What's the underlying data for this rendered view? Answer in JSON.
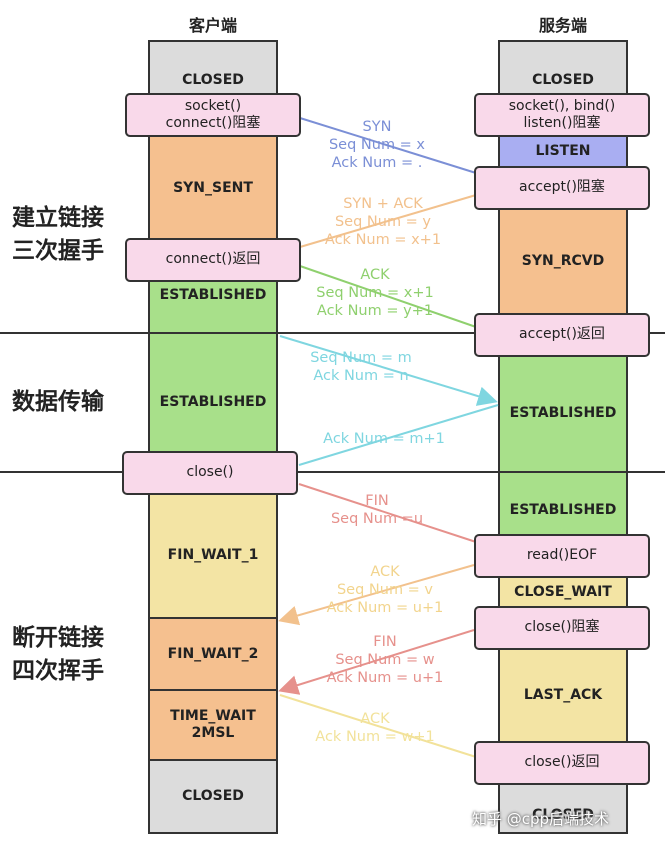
{
  "columns": {
    "client": "客户端",
    "server": "服务端"
  },
  "phases": {
    "handshake": "建立链接\n三次握手",
    "transfer": "数据传输",
    "teardown": "断开链接\n四次挥手"
  },
  "client": {
    "states": {
      "closed_top": "CLOSED",
      "syn_sent": "SYN_SENT",
      "established_1": "ESTABLISHED",
      "established_2": "ESTABLISHED",
      "fin_wait_1": "FIN_WAIT_1",
      "fin_wait_2": "FIN_WAIT_2",
      "time_wait": "TIME_WAIT\n2MSL",
      "closed_bottom": "CLOSED"
    },
    "calls": {
      "socket_connect": "socket()\nconnect()阻塞",
      "connect_return": "connect()返回",
      "close": "close()"
    }
  },
  "server": {
    "states": {
      "closed_top": "CLOSED",
      "listen": "LISTEN",
      "syn_rcvd": "SYN_RCVD",
      "established_1": "ESTABLISHED",
      "established_2": "ESTABLISHED",
      "close_wait": "CLOSE_WAIT",
      "last_ack": "LAST_ACK",
      "closed_bottom": "CLOSED"
    },
    "calls": {
      "socket_bind_listen": "socket(), bind()\nlisten()阻塞",
      "accept_block": "accept()阻塞",
      "accept_return": "accept()返回",
      "read_eof": "read()EOF",
      "close_block": "close()阻塞",
      "close_return": "close()返回"
    }
  },
  "messages": {
    "syn": "SYN\nSeq Num = x\nAck Num = .",
    "syn_ack": "SYN + ACK\nSeq Num = y\nAck Num = x+1",
    "ack": "ACK\nSeq Num = x+1\nAck Num = y+1",
    "data": "Seq Num = m\nAck Num = n",
    "data_ack": "Ack Num = m+1",
    "fin1": "FIN\nSeq Num =u",
    "ack2": "ACK\nSeq Num = v\nAck Num = u+1",
    "fin2": "FIN\nSeq Num = w\nAck Num = u+1",
    "ack3": "ACK\nAck Num = w+1"
  },
  "watermark": "知乎 @cpp后端技术",
  "colors": {
    "closed": "#dcdcdc",
    "syn_sent": "#f5c08f",
    "established": "#a8e08a",
    "fin_wait_1": "#f3e4a4",
    "fin_wait_2": "#f5c08f",
    "time_wait": "#f5c08f",
    "listen": "#a9aef2",
    "syn_rcvd": "#f5c08f",
    "close_wait": "#f3e4a4",
    "last_ack": "#f3e4a4",
    "call_box": "#f9d9ea",
    "syn_msg": "#7b8fd6",
    "syn_ack_msg": "#f2c18d",
    "ack_msg": "#8fd06e",
    "data_msg": "#7fd6e0",
    "fin_msg": "#e6918c",
    "ack2_msg": "#f2d48d",
    "fin2_msg": "#e6918c",
    "ack3_msg": "#f2e29a"
  }
}
